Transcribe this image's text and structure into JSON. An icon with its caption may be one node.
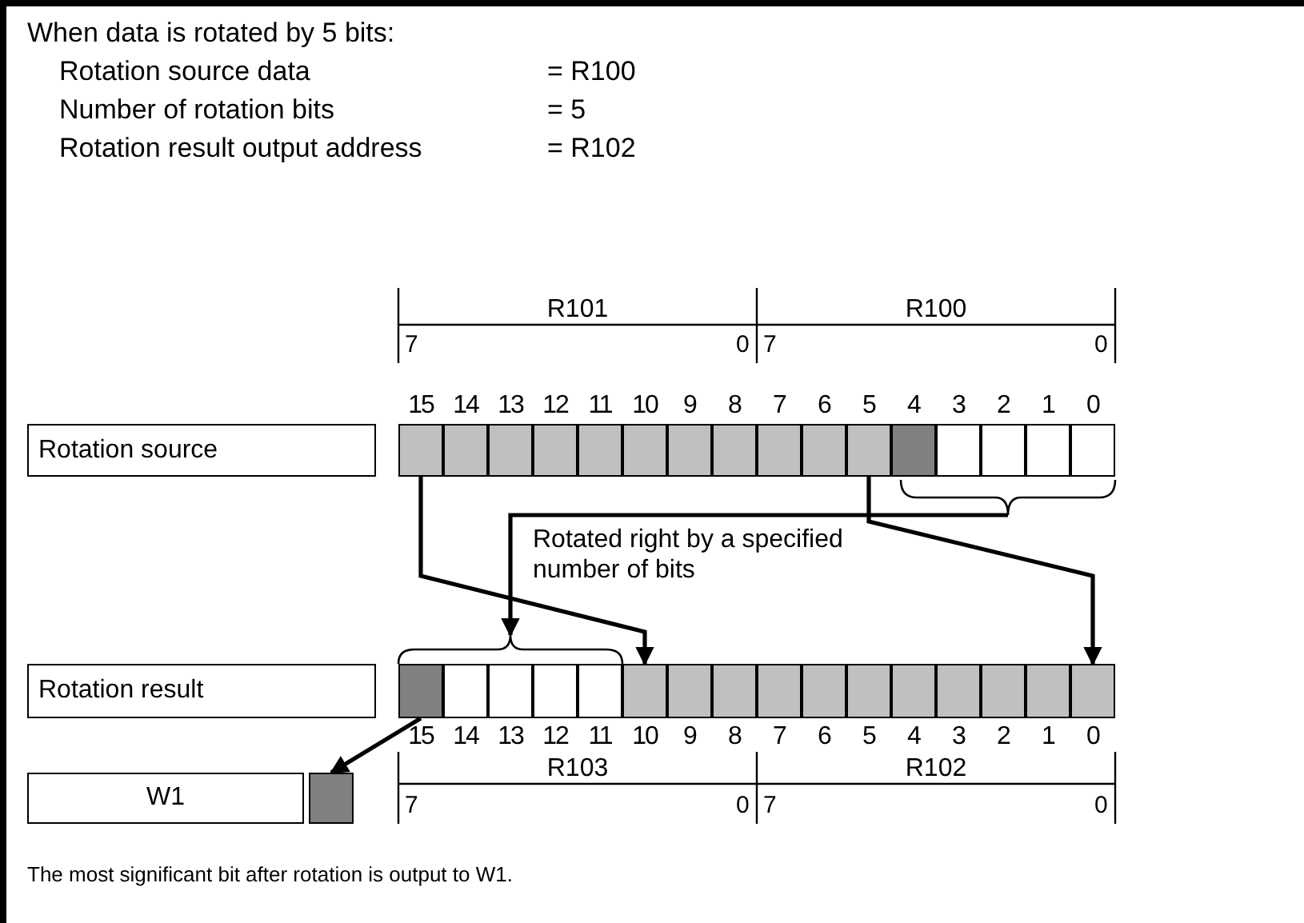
{
  "diagram": {
    "nodes": [
      {
        "text": [
          "Rotation source"
        ]
      },
      {
        "text": [],
        "shape": "box"
      },
      {
        "text": [],
        "shape": "box"
      },
      {
        "text": [],
        "shape": "box"
      },
      {
        "text": [],
        "shape": "box"
      },
      {
        "text": [],
        "shape": "box"
      },
      {
        "text": [],
        "shape": "box"
      },
      {
        "text": [],
        "shape": "box"
      },
      {
        "text": [],
        "shape": "box"
      },
      {
        "text": [],
        "shape": "box"
      },
      {
        "text": [],
        "shape": "box"
      },
      {
        "text": [],
        "shape": "box"
      },
      {
        "text": [],
        "shape": "box"
      },
      {
        "text": [],
        "shape": "box"
      },
      {
        "text": [],
        "shape": "box"
      },
      {
        "text": [],
        "shape": "box"
      },
      {
        "text": [],
        "shape": "box"
      },
      {
        "text": [],
        "shape": "brace"
      },
      {
        "text": [],
        "shape": "brace"
      },
      {
        "text": [
          "Rotation result"
        ]
      },
      {
        "text": [],
        "shape": "box"
      },
      {
        "text": [],
        "shape": "box"
      },
      {
        "text": [],
        "shape": "box"
      },
      {
        "text": [],
        "shape": "box"
      },
      {
        "text": [],
        "shape": "box"
      },
      {
        "text": [],
        "shape": "box"
      },
      {
        "text": [],
        "shape": "box"
      },
      {
        "text": [],
        "shape": "box"
      },
      {
        "text": [],
        "shape": "box"
      },
      {
        "text": [],
        "shape": "box"
      },
      {
        "text": [],
        "shape": "box"
      },
      {
        "text": [],
        "shape": "box"
      },
      {
        "text": [],
        "shape": "box"
      },
      {
        "text": [],
        "shape": "box"
      },
      {
        "text": [],
        "shape": "box"
      },
      {
        "text": [],
        "shape": "box"
      },
      {
        "text": [
          "W1"
        ]
      },
      {
        "text": [],
        "shape": "box"
      }
    ],
    "edges": [
      {
        "from": 1,
        "to": 25,
        "arrow": "to"
      },
      {
        "from": 11,
        "to": 35,
        "arrow": "to"
      },
      {
        "from": 17,
        "to": 18,
        "arrow": "to",
        "label": "Rotated right by a specified number of bits"
      },
      {
        "from": 20,
        "to": 37,
        "arrow": "to"
      }
    ],
    "labels": [
      "When data is rotated by 5 bits:",
      "Rotation source data",
      "= R100",
      "Number of rotation bits",
      "= 5",
      "Rotation result output address",
      "= R102",
      "R101",
      "R100",
      "7",
      "0",
      "7",
      "0",
      "15",
      "14",
      "13",
      "12",
      "11",
      "10",
      "9",
      "8",
      "7",
      "6",
      "5",
      "4",
      "3",
      "2",
      "1",
      "0",
      "15",
      "14",
      "13",
      "12",
      "11",
      "10",
      "9",
      "8",
      "7",
      "6",
      "5",
      "4",
      "3",
      "2",
      "1",
      "0",
      "R103",
      "R102",
      "7",
      "0",
      "7",
      "0",
      "The most significant bit after rotation is output to W1."
    ]
  }
}
